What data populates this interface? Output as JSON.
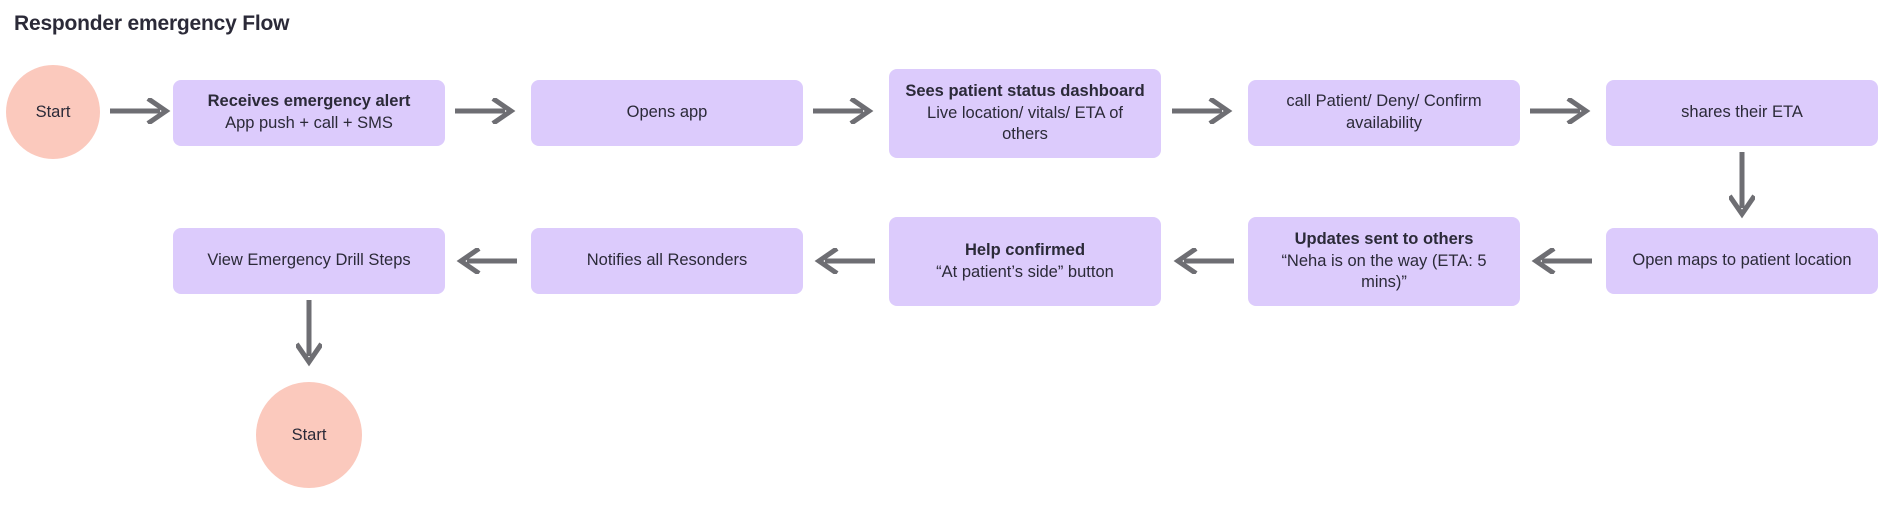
{
  "page": {
    "title": "Responder emergency Flow",
    "background_color": "#ffffff"
  },
  "theme": {
    "node_fill": "#dccbfc",
    "terminal_fill": "#fbc9bd",
    "arrow_color": "#6e6e73",
    "text_color": "#2b2a38"
  },
  "flow": {
    "terminals": [
      {
        "id": "start-top",
        "label": "Start"
      },
      {
        "id": "start-bottom",
        "label": "Start"
      }
    ],
    "nodes": [
      {
        "id": "receives-emergency-alert",
        "title": "Receives emergency alert",
        "subtitle": "App push + call + SMS",
        "row": 1
      },
      {
        "id": "opens-app",
        "title": "",
        "subtitle": "Opens app",
        "row": 1
      },
      {
        "id": "sees-patient-status-dashboard",
        "title": "Sees patient status dashboard",
        "subtitle": "Live location/ vitals/ ETA of others",
        "row": 1
      },
      {
        "id": "call-patient-deny-confirm-availability",
        "title": "",
        "subtitle": "call Patient/ Deny/ Confirm availability",
        "row": 1
      },
      {
        "id": "shares-their-eta",
        "title": "",
        "subtitle": "shares their ETA",
        "row": 1
      },
      {
        "id": "open-maps-to-patient-location",
        "title": "",
        "subtitle": "Open maps to patient location",
        "row": 2
      },
      {
        "id": "updates-sent-to-others",
        "title": "Updates sent to others",
        "subtitle": "“Neha is on the way (ETA: 5 mins)”",
        "row": 2
      },
      {
        "id": "help-confirmed",
        "title": "Help confirmed",
        "subtitle": "“At patient’s side” button",
        "row": 2
      },
      {
        "id": "notifies-all-responders",
        "title": "",
        "subtitle": "Notifies all Resonders",
        "row": 2
      },
      {
        "id": "view-emergency-drill-steps",
        "title": "",
        "subtitle": "View Emergency Drill Steps",
        "row": 2
      }
    ],
    "connectors": [
      {
        "id": "start-to-receives",
        "direction": "right"
      },
      {
        "id": "receives-to-opens",
        "direction": "right"
      },
      {
        "id": "opens-to-dashboard",
        "direction": "right"
      },
      {
        "id": "dashboard-to-call",
        "direction": "right"
      },
      {
        "id": "call-to-shares",
        "direction": "right"
      },
      {
        "id": "shares-to-maps",
        "direction": "down"
      },
      {
        "id": "maps-to-updates",
        "direction": "left"
      },
      {
        "id": "updates-to-help",
        "direction": "left"
      },
      {
        "id": "help-to-notifies",
        "direction": "left"
      },
      {
        "id": "notifies-to-drill",
        "direction": "left"
      },
      {
        "id": "drill-to-start",
        "direction": "down"
      }
    ]
  }
}
